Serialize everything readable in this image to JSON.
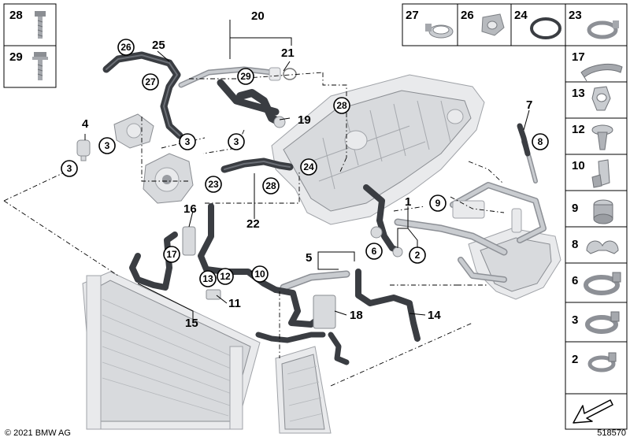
{
  "callouts": {
    "n1": "1",
    "n2": "2",
    "n3": "3",
    "n4": "4",
    "n5": "5",
    "n6": "6",
    "n7": "7",
    "n8": "8",
    "n9": "9",
    "n10": "10",
    "n11": "11",
    "n12": "12",
    "n13": "13",
    "n14": "14",
    "n15": "15",
    "n16": "16",
    "n17": "17",
    "n18": "18",
    "n19": "19",
    "n20": "20",
    "n21": "21",
    "n22": "22",
    "n23": "23",
    "n24": "24",
    "n25": "25",
    "n26": "26",
    "n27": "27",
    "n28": "28",
    "n29": "29"
  },
  "legend_cells": {
    "top_left": [
      "28",
      "29"
    ],
    "top_right": [
      "27",
      "26",
      "24",
      "23"
    ],
    "right_column": [
      "17",
      "13",
      "12",
      "10",
      "9",
      "8",
      "6",
      "3",
      "2"
    ]
  },
  "footer": {
    "copyright": "© 2021 BMW AG",
    "diagram_number": "518570"
  },
  "colors": {
    "hose": "#3a3d42",
    "engine": "#d8dadd",
    "pipe": "#c9ccd0",
    "line": "#000000"
  }
}
